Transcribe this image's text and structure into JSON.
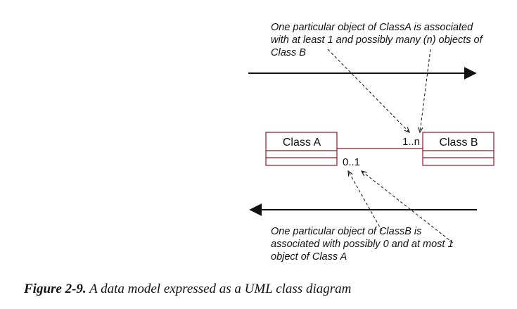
{
  "note_top": {
    "lines": [
      "One particular object of ClassA is associated",
      "with at least 1 and possibly many (n) objects of",
      "Class B"
    ]
  },
  "note_bottom": {
    "lines": [
      "One particular object of ClassB is",
      "associated with possibly 0 and at most 1",
      "object of Class A"
    ]
  },
  "class_a": {
    "name": "Class A"
  },
  "class_b": {
    "name": "Class B"
  },
  "multiplicity": {
    "near_b": "1..n",
    "near_a": "0..1"
  },
  "caption": {
    "label": "Figure 2-9.",
    "text": " A data model expressed as a UML class diagram"
  },
  "colors": {
    "class_border": "#8b1a2b",
    "association_line": "#8b1a2b",
    "arrow": "#111111"
  }
}
